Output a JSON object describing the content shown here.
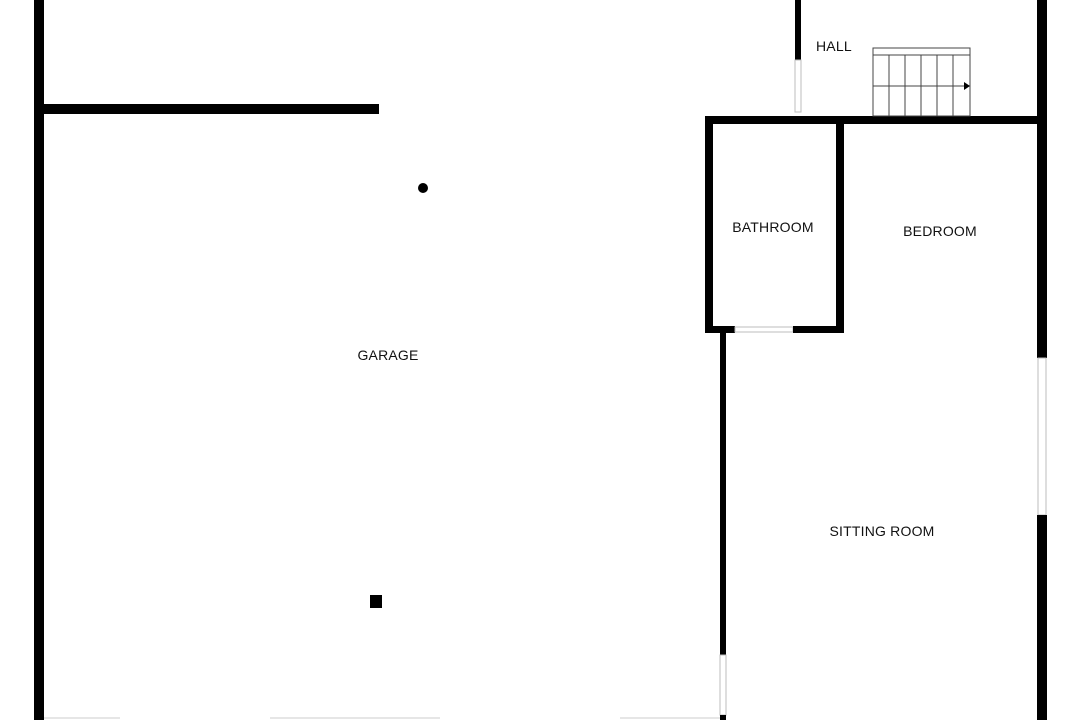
{
  "rooms": {
    "hall": "HALL",
    "bathroom": "BATHROOM",
    "bedroom": "BEDROOM",
    "garage": "GARAGE",
    "sitting_room": "SITTING ROOM"
  },
  "colors": {
    "wall": "#000000",
    "background": "#ffffff",
    "text": "#111111"
  }
}
